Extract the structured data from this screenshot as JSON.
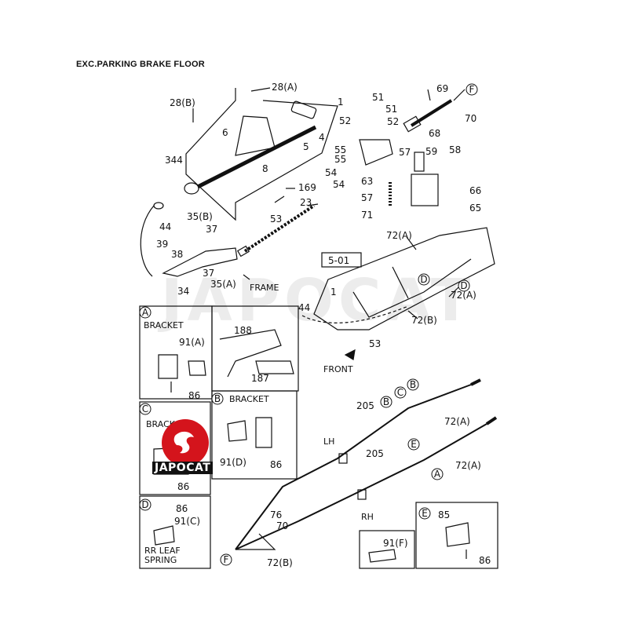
{
  "title": "EXC.PARKING BRAKE FLOOR",
  "watermark": "JAPOCAT",
  "logo_text": "JAPOCAT",
  "callouts": {
    "c28a": "28(A)",
    "c1": "1",
    "c28b": "28(B)",
    "c6": "6",
    "c5": "5",
    "c4": "4",
    "c344": "344",
    "c8": "8",
    "c169": "169",
    "c23": "23",
    "c53": "53",
    "c35b": "35(B)",
    "c37a": "37",
    "c44a": "44",
    "c39": "39",
    "c38": "38",
    "c37b": "37",
    "c35a": "35(A)",
    "c34": "34",
    "frame": "FRAME",
    "c51a": "51",
    "c51b": "51",
    "c52a": "52",
    "c52b": "52",
    "c55a": "55",
    "c55b": "55",
    "c54a": "54",
    "c54b": "54",
    "c63": "63",
    "c57a": "57",
    "c57b": "57",
    "c71": "71",
    "c69": "69",
    "c70a": "70",
    "c68": "68",
    "c59": "59",
    "c58": "58",
    "c66": "66",
    "c65": "65",
    "c501": "5-01",
    "c72a1": "72(A)",
    "c72a2": "72(A)",
    "c72b1": "72(B)",
    "c1b": "1",
    "c44b": "44",
    "c53b": "53",
    "front": "FRONT",
    "c205a": "205",
    "c205b": "205",
    "c72a3": "72(A)",
    "c72a4": "72(A)",
    "lh": "LH",
    "rh": "RH",
    "c76": "76",
    "c70b": "70",
    "c72b2": "72(B)",
    "c91f": "91(F)",
    "c85": "85",
    "c86e": "86"
  },
  "markers": {
    "A": "A",
    "B": "B",
    "C": "C",
    "D": "D",
    "E": "E",
    "F": "F"
  },
  "panels": {
    "a": {
      "bracket": "BRACKET",
      "c188": "188",
      "c91a": "91(A)",
      "c187": "187",
      "c86": "86"
    },
    "b": {
      "bracket": "BRACKET",
      "c91d": "91(D)",
      "c86": "86"
    },
    "c": {
      "bracket": "BRACK",
      "c86": "86"
    },
    "d": {
      "c86": "86",
      "c91c": "91(C)",
      "leaf1": "RR LEAF",
      "leaf2": "SPRING"
    }
  }
}
